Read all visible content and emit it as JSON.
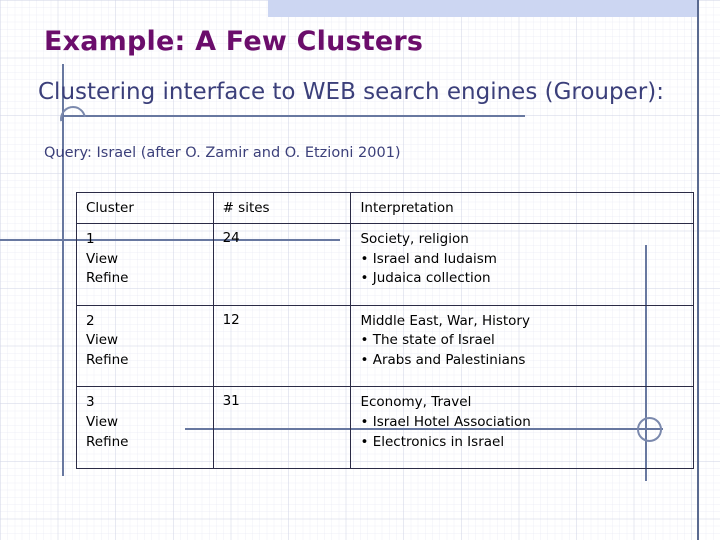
{
  "slide": {
    "title": "Example: A Few Clusters",
    "subtitle": "Clustering interface to WEB search engines (Grouper):",
    "query_line": "Query:  Israel (after O. Zamir and O. Etzioni 2001)"
  },
  "colors": {
    "title": "#6b0d6b",
    "body_text": "#3b3f7a",
    "table_text": "#000000",
    "table_border": "#2b2b46",
    "decor_line": "#6878a0",
    "top_band": "#ccd6f2",
    "grid": "#96a0c8"
  },
  "table": {
    "headers": [
      "Cluster",
      "# sites",
      "Interpretation"
    ],
    "rows": [
      {
        "cluster_id": "1",
        "actions": [
          "View",
          "Refine"
        ],
        "sites": "24",
        "interpretation_title": "Society, religion",
        "interpretation_items": [
          "• Israel and Iudaism",
          "• Judaica collection"
        ]
      },
      {
        "cluster_id": "2",
        "actions": [
          "View",
          "Refine"
        ],
        "sites": "12",
        "interpretation_title": "Middle East, War, History",
        "interpretation_items": [
          "• The state of Israel",
          "• Arabs and Palestinians"
        ]
      },
      {
        "cluster_id": "3",
        "actions": [
          "View",
          "Refine"
        ],
        "sites": "31",
        "interpretation_title": "Economy, Travel",
        "interpretation_items": [
          "• Israel Hotel Association",
          "• Electronics in Israel"
        ]
      }
    ]
  }
}
